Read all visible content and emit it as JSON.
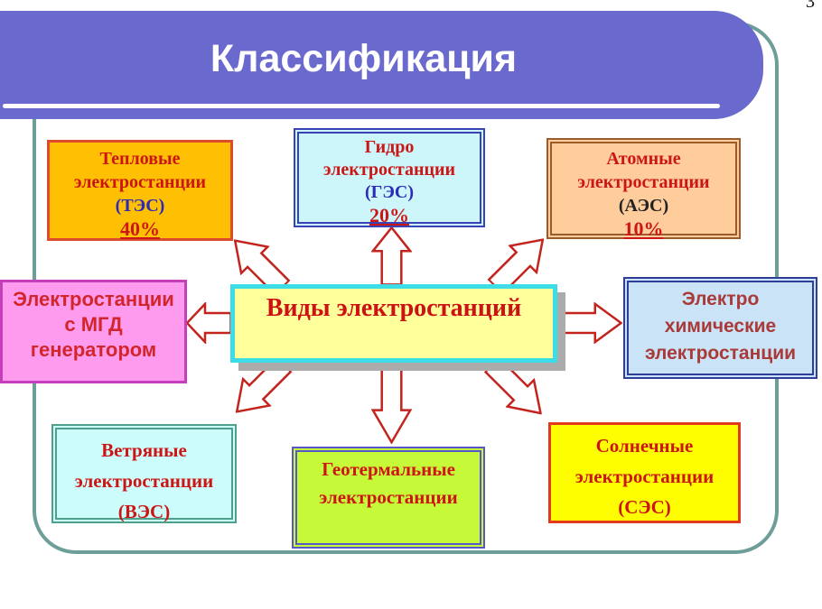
{
  "slide": {
    "title": "Классификация",
    "corner_mark": "3",
    "colors": {
      "title_bar": "#6969CE",
      "frame_border": "#6E9E99",
      "arrow_outline": "#C3241E",
      "text_red": "#CC1616",
      "text_blue": "#2B2BB8"
    }
  },
  "center_node": {
    "label": "Виды электростанций",
    "bg": "#FFFF9C",
    "border": "#3CDDE6"
  },
  "nodes": {
    "tes": {
      "lines": [
        "Тепловые",
        "электростанции",
        "(ТЭС)",
        "40%"
      ],
      "bg": "#FFC003",
      "border": "#DC4B2B"
    },
    "ges": {
      "lines": [
        "Гидро",
        "электростанции",
        "(ГЭС)",
        "20%"
      ],
      "bg": "#CDF6FB",
      "border": "#3A43B5"
    },
    "aes": {
      "lines": [
        "Атомные",
        "электростанции",
        "(АЭС)",
        "10%"
      ],
      "bg": "#FFCC9C",
      "border": "#9C5B2B"
    },
    "mgd": {
      "lines": [
        "Электростанции",
        "с МГД",
        "генератором"
      ],
      "bg": "#FF9BEE",
      "border": "#C43FB9"
    },
    "chem": {
      "lines": [
        "Электро",
        "химические",
        "электростанции"
      ],
      "bg": "#CBE3F7",
      "border": "#2F3D9B"
    },
    "ves": {
      "lines": [
        "Ветряные",
        "электростанции",
        "(ВЭС)"
      ],
      "bg": "#CDFDFB",
      "border": "#4E9F8B"
    },
    "geo": {
      "lines": [
        "Геотермальные",
        "электростанции"
      ],
      "bg": "#C6F938",
      "border": "#5857C9"
    },
    "ses": {
      "lines": [
        "Солнечные",
        "электростанции",
        "(СЭС)"
      ],
      "bg": "#FFFE00",
      "border": "#E43A1C"
    }
  }
}
